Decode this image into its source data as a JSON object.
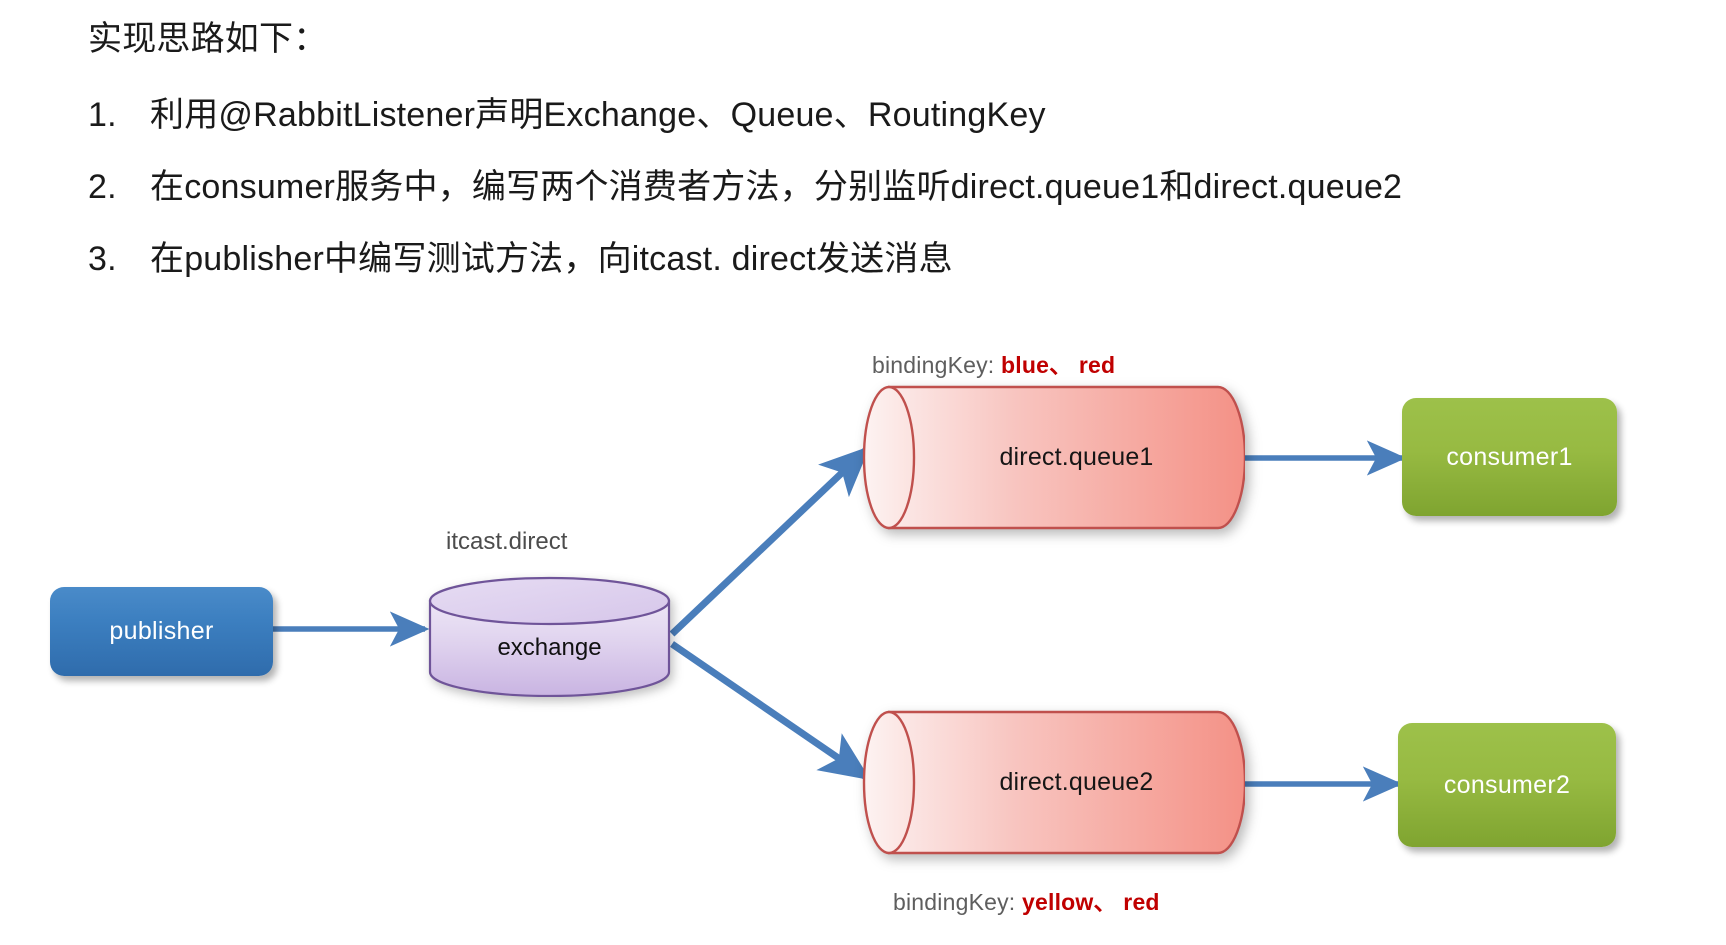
{
  "slide": {
    "heading": "实现思路如下：",
    "items": [
      {
        "num": "1.",
        "text": "利用@RabbitListener声明Exchange、Queue、RoutingKey"
      },
      {
        "num": "2.",
        "text": "在consumer服务中，编写两个消费者方法，分别监听direct.queue1和direct.queue2"
      },
      {
        "num": "3.",
        "text": "在publisher中编写测试方法，向itcast. direct发送消息"
      }
    ]
  },
  "diagram": {
    "publisher": {
      "label": "publisher"
    },
    "exchange": {
      "label": "exchange",
      "caption": "itcast.direct"
    },
    "queues": [
      {
        "label": "direct.queue1"
      },
      {
        "label": "direct.queue2"
      }
    ],
    "consumers": [
      {
        "label": "consumer1"
      },
      {
        "label": "consumer2"
      }
    ],
    "binding_keys": [
      {
        "prefix": "bindingKey: ",
        "keys": "blue、 red"
      },
      {
        "prefix": "bindingKey: ",
        "keys": "yellow、 red"
      }
    ],
    "colors": {
      "publisher_blue": "#3C7FC0",
      "consumer_green": "#97BA42",
      "queue_red": "#C0504D",
      "exchange_purple": "#8064A2",
      "arrow_blue": "#4A7EBB",
      "binding_key_red": "#C00000"
    }
  }
}
